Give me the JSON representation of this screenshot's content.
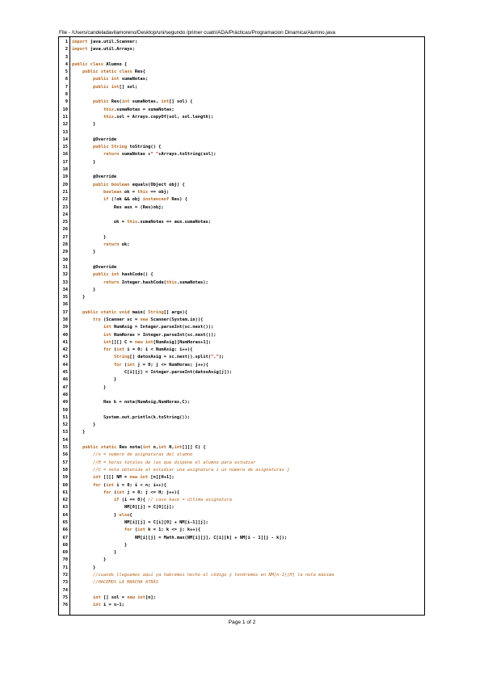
{
  "header": {
    "file_path": "File - /Users/candeladavilamoreno/Desktop/uni/segundo /primer cuatri/ADA/Prácticas/Programacion Dinamica/Alumno.java"
  },
  "colors": {
    "keyword": "#b5651d",
    "comment": "#b5651d",
    "string": "#c00000"
  },
  "code": [
    {
      "n": "1",
      "t": "import java.util.Scanner;"
    },
    {
      "n": "2",
      "t": "import java.util.Arrays;"
    },
    {
      "n": "3",
      "t": ""
    },
    {
      "n": "4",
      "t": "public class Alumno {"
    },
    {
      "n": "5",
      "t": "    public static class Res{"
    },
    {
      "n": "6",
      "t": "        public int sumaNotas;"
    },
    {
      "n": "7",
      "t": "        public int[] sol;"
    },
    {
      "n": "8",
      "t": ""
    },
    {
      "n": "9",
      "t": "        public Res(int sumaNotas, int[] sol) {"
    },
    {
      "n": "10",
      "t": "            this.sumaNotas = sumaNotas;"
    },
    {
      "n": "11",
      "t": "            this.sol = Arrays.copyOf(sol, sol.length);"
    },
    {
      "n": "12",
      "t": "        }"
    },
    {
      "n": "13",
      "t": ""
    },
    {
      "n": "14",
      "t": "        @Override"
    },
    {
      "n": "15",
      "t": "        public String toString() {"
    },
    {
      "n": "16",
      "t": "            return sumaNotas +\" \"+Arrays.toString(sol);"
    },
    {
      "n": "17",
      "t": "        }"
    },
    {
      "n": "18",
      "t": ""
    },
    {
      "n": "19",
      "t": "        @Override"
    },
    {
      "n": "20",
      "t": "        public boolean equals(Object obj) {"
    },
    {
      "n": "21",
      "t": "            boolean ok = this == obj;"
    },
    {
      "n": "22",
      "t": "            if (!ok && obj instanceof Res) {"
    },
    {
      "n": "23",
      "t": "                Res aux = (Res)obj;"
    },
    {
      "n": "24",
      "t": ""
    },
    {
      "n": "25",
      "t": "                ok = this.sumaNotas == aux.sumaNotas;"
    },
    {
      "n": "26",
      "t": ""
    },
    {
      "n": "27",
      "t": "            }"
    },
    {
      "n": "28",
      "t": "            return ok;"
    },
    {
      "n": "29",
      "t": "        }"
    },
    {
      "n": "30",
      "t": ""
    },
    {
      "n": "31",
      "t": "        @Override"
    },
    {
      "n": "32",
      "t": "        public int hashCode() {"
    },
    {
      "n": "33",
      "t": "            return Integer.hashCode(this.sumaNotas);"
    },
    {
      "n": "34",
      "t": "        }"
    },
    {
      "n": "35",
      "t": "    }"
    },
    {
      "n": "36",
      "t": ""
    },
    {
      "n": "37",
      "t": "    public static void main( String[] args){"
    },
    {
      "n": "38",
      "t": "        try (Scanner sc = new Scanner(System.in)){"
    },
    {
      "n": "39",
      "t": "            int NumAsig = Integer.parseInt(sc.next());"
    },
    {
      "n": "40",
      "t": "            int NumHoras = Integer.parseInt(sc.next());"
    },
    {
      "n": "41",
      "t": "            int[][] C = new int[NumAsig][NumHoras+1];"
    },
    {
      "n": "42",
      "t": "            for (int i = 0; i < NumAsig; i++){"
    },
    {
      "n": "43",
      "t": "                String[] datosAsig = sc.next().split(\",\");"
    },
    {
      "n": "44",
      "t": "                for (int j = 0; j <= NumHoras; j++){"
    },
    {
      "n": "45",
      "t": "                    C[i][j] = Integer.parseInt(datosAsig[j]);"
    },
    {
      "n": "46",
      "t": "                }"
    },
    {
      "n": "47",
      "t": "            }"
    },
    {
      "n": "48",
      "t": ""
    },
    {
      "n": "49",
      "t": "            Res k = nota(NumAsig,NumHoras,C);"
    },
    {
      "n": "50",
      "t": ""
    },
    {
      "n": "51",
      "t": "            System.out.println(k.toString());"
    },
    {
      "n": "52",
      "t": "        }"
    },
    {
      "n": "53",
      "t": "    }"
    },
    {
      "n": "54",
      "t": ""
    },
    {
      "n": "55",
      "t": "    public static Res nota(int n,int H,int[][] C) {"
    },
    {
      "n": "56",
      "t": "        //n = numero de asignaturas del alumno"
    },
    {
      "n": "57",
      "t": "        //H = horas totales de las que dispone el alumno para estudiar"
    },
    {
      "n": "58",
      "t": "        //C = nota obtenida al estudiar una asignatura i un número de asignaturas j"
    },
    {
      "n": "59",
      "t": "        int [][] NM = new int [n][H+1];"
    },
    {
      "n": "60",
      "t": "        for (int i = 0; i < n; i++){"
    },
    {
      "n": "61",
      "t": "            for (int j = 0; j <= H; j++){"
    },
    {
      "n": "62",
      "t": "                if (i == 0){ // caso base = última asignatura"
    },
    {
      "n": "63",
      "t": "                    NM[0][j] = C[0][j];"
    },
    {
      "n": "64",
      "t": "                } else{"
    },
    {
      "n": "65",
      "t": "                    NM[i][j] = C[i][0] + NM[i-1][j];"
    },
    {
      "n": "66",
      "t": "                    for (int k = 1; k <= j; k++){"
    },
    {
      "n": "67",
      "t": "                        NM[i][j] = Math.max(NM[i][j], C[i][k] + NM[i - 1][j - k]);"
    },
    {
      "n": "68",
      "t": "                    }"
    },
    {
      "n": "69",
      "t": "                }"
    },
    {
      "n": "70",
      "t": "            }"
    },
    {
      "n": "71",
      "t": "        }"
    },
    {
      "n": "72",
      "t": "        //cuando lleguemos aquí ya habremos hecho el código y tendremos en NM[n-1][H] la nota máxima"
    },
    {
      "n": "73",
      "t": "        //HACEMOS LA MARCHA ATRÁS"
    },
    {
      "n": "74",
      "t": ""
    },
    {
      "n": "75",
      "t": "        int [] sol = new int[n];"
    },
    {
      "n": "76",
      "t": "        int i = n-1;"
    }
  ],
  "footer": {
    "page_label": "Page 1 of 2"
  }
}
